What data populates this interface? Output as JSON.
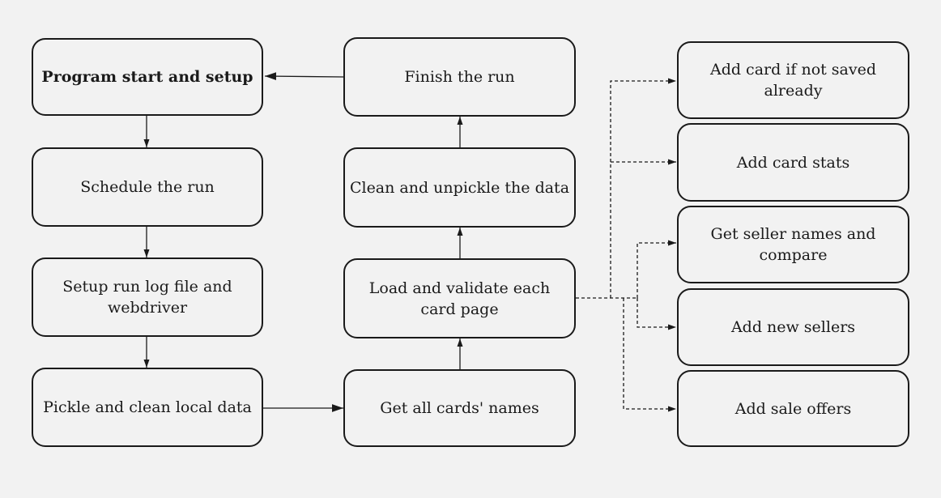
{
  "diagram": {
    "nodes": {
      "program_start": "Program start and setup",
      "schedule": "Schedule the run",
      "setup_log": "Setup run log file and webdriver",
      "pickle_clean": "Pickle and clean local data",
      "finish": "Finish the run",
      "clean_unpickle": "Clean and unpickle the data",
      "load_validate": "Load and validate each card page",
      "get_names": "Get all cards' names",
      "add_card": "Add card if not saved already",
      "add_stats": "Add card stats",
      "seller_names": "Get seller names and compare",
      "new_sellers": "Add new sellers",
      "sale_offers": "Add sale offers"
    },
    "edges": [
      {
        "from": "program_start",
        "to": "schedule",
        "style": "solid"
      },
      {
        "from": "schedule",
        "to": "setup_log",
        "style": "solid"
      },
      {
        "from": "setup_log",
        "to": "pickle_clean",
        "style": "solid"
      },
      {
        "from": "pickle_clean",
        "to": "get_names",
        "style": "solid"
      },
      {
        "from": "get_names",
        "to": "load_validate",
        "style": "solid"
      },
      {
        "from": "load_validate",
        "to": "clean_unpickle",
        "style": "solid"
      },
      {
        "from": "clean_unpickle",
        "to": "finish",
        "style": "solid"
      },
      {
        "from": "finish",
        "to": "program_start",
        "style": "solid"
      },
      {
        "from": "load_validate",
        "to": "add_card",
        "style": "dashed"
      },
      {
        "from": "load_validate",
        "to": "add_stats",
        "style": "dashed"
      },
      {
        "from": "load_validate",
        "to": "seller_names",
        "style": "dashed"
      },
      {
        "from": "load_validate",
        "to": "new_sellers",
        "style": "dashed"
      },
      {
        "from": "load_validate",
        "to": "sale_offers",
        "style": "dashed"
      }
    ],
    "colors": {
      "stroke": "#1a1a1a",
      "fill": "#f2f2f2",
      "background": "#f2f2f2"
    }
  }
}
